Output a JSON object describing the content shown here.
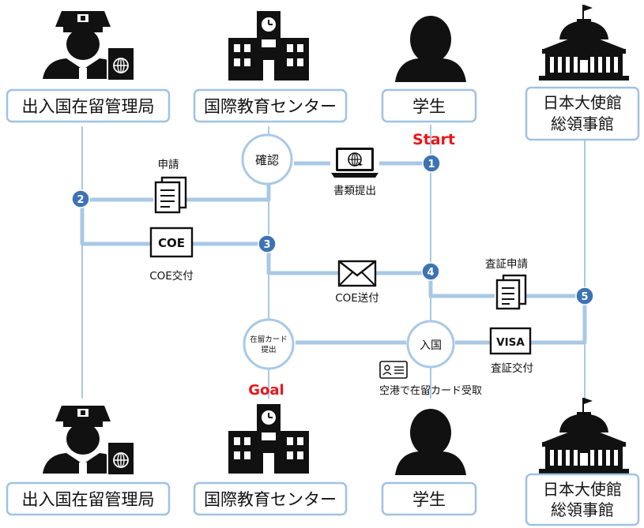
{
  "actors": {
    "immigration": "出入国在留管理局",
    "school": "国際教育センター",
    "student": "学生",
    "embassy_line1": "日本大使館",
    "embassy_line2": "総領事館"
  },
  "markers": {
    "start": "Start",
    "goal": "Goal"
  },
  "steps": {
    "s1": "1",
    "s2": "2",
    "s3": "3",
    "s4": "4",
    "s5": "5"
  },
  "nodes": {
    "confirm": "確認",
    "card_submit_line1": "在留カード",
    "card_submit_line2": "提出",
    "entry": "入国"
  },
  "labels": {
    "submit_docs": "書類提出",
    "apply": "申請",
    "coe_doc": "COE",
    "coe_issue": "COE交付",
    "coe_send": "COE送付",
    "visa_apply": "査証申請",
    "visa_doc": "VISA",
    "visa_issue": "査証交付",
    "card_receive": "空港で在留カード受取"
  },
  "colors": {
    "flow_line": "#a9c8e6",
    "box_border": "#9fc2e2",
    "step_fill": "#3d73b3",
    "marker_red": "#e8161b",
    "icon_black": "#111111"
  }
}
